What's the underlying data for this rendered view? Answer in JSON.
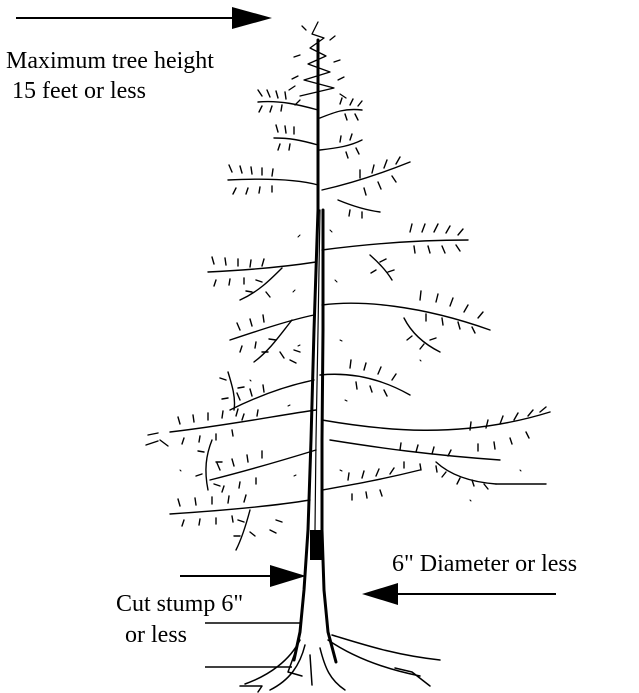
{
  "labels": {
    "max_height_line1": "Maximum tree height",
    "max_height_line2": "15 feet or less",
    "diameter": "6\" Diameter or less",
    "cut_stump_line1": "Cut stump 6\"",
    "cut_stump_line2": "or less"
  },
  "colors": {
    "ink": "#000000",
    "background": "#ffffff"
  }
}
